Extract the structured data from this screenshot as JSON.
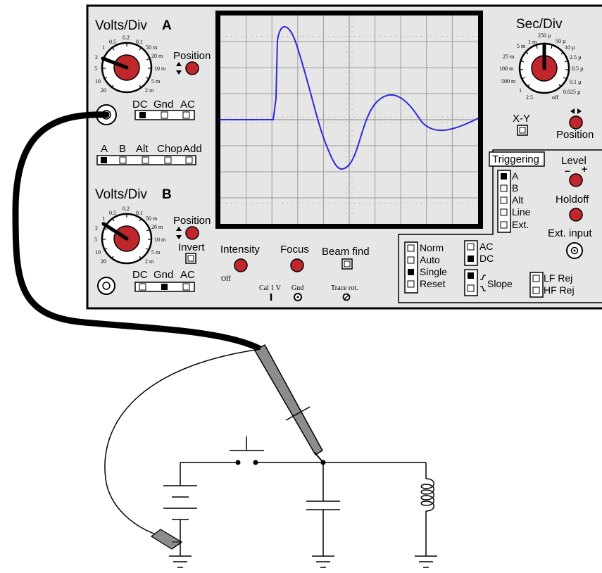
{
  "channel_a": {
    "volts_div_label": "Volts/Div",
    "channel_letter": "A",
    "dial_labels": [
      "0.5",
      "0.2",
      "0.1",
      "50 m",
      "20 m",
      "10 m",
      "5 m",
      "2 m",
      "20",
      "10",
      "5",
      "2",
      "1"
    ],
    "position_label": "Position",
    "coupling": [
      "DC",
      "Gnd",
      "AC"
    ],
    "coupling_selected": "DC"
  },
  "vertical_mode": {
    "options": [
      "A",
      "B",
      "Alt",
      "Chop",
      "Add"
    ],
    "selected": "A"
  },
  "channel_b": {
    "volts_div_label": "Volts/Div",
    "channel_letter": "B",
    "dial_labels": [
      "0.5",
      "0.2",
      "0.1",
      "50 m",
      "20 m",
      "10 m",
      "5 m",
      "2 m",
      "20",
      "10",
      "5",
      "2",
      "1"
    ],
    "position_label": "Position",
    "invert_label": "Invert",
    "coupling": [
      "DC",
      "Gnd",
      "AC"
    ],
    "coupling_selected": "Gnd"
  },
  "display_controls": {
    "intensity": "Intensity",
    "intensity_off": "Off",
    "focus": "Focus",
    "beam_find": "Beam find",
    "cal": "Cal 1 V",
    "gnd": "Gnd",
    "trace_rot": "Trace rot."
  },
  "timebase": {
    "sec_div_label": "Sec/Div",
    "dial_labels": [
      "1 m",
      "250 µ",
      "50 µ",
      "10 µ",
      "2.5 µ",
      "0.5 µ",
      "0.1 µ",
      "0.025 µ",
      "off",
      "2.5",
      "1",
      "500 m",
      "100 m",
      "25 m",
      "5 m"
    ],
    "xy_label": "X-Y",
    "position_label": "Position"
  },
  "triggering": {
    "title": "Triggering",
    "source": [
      "A",
      "B",
      "Alt",
      "Line",
      "Ext."
    ],
    "source_selected": "A",
    "level_label": "Level",
    "level_minus": "–",
    "level_plus": "+",
    "holdoff_label": "Holdoff",
    "ext_input_label": "Ext. input",
    "mode": [
      "Norm",
      "Auto",
      "Single",
      "Reset"
    ],
    "mode_selected": "Single",
    "coupling": [
      "AC",
      "DC"
    ],
    "coupling_selected": "DC",
    "slope_label": "Slope",
    "filters": [
      "LF Rej",
      "HF Rej"
    ]
  },
  "colors": {
    "panel": "#e6e6e6",
    "knob": "#c0272d",
    "trace": "#2a2ad8",
    "grid": "#9a9a9a",
    "probe": "#8c8c8c"
  }
}
